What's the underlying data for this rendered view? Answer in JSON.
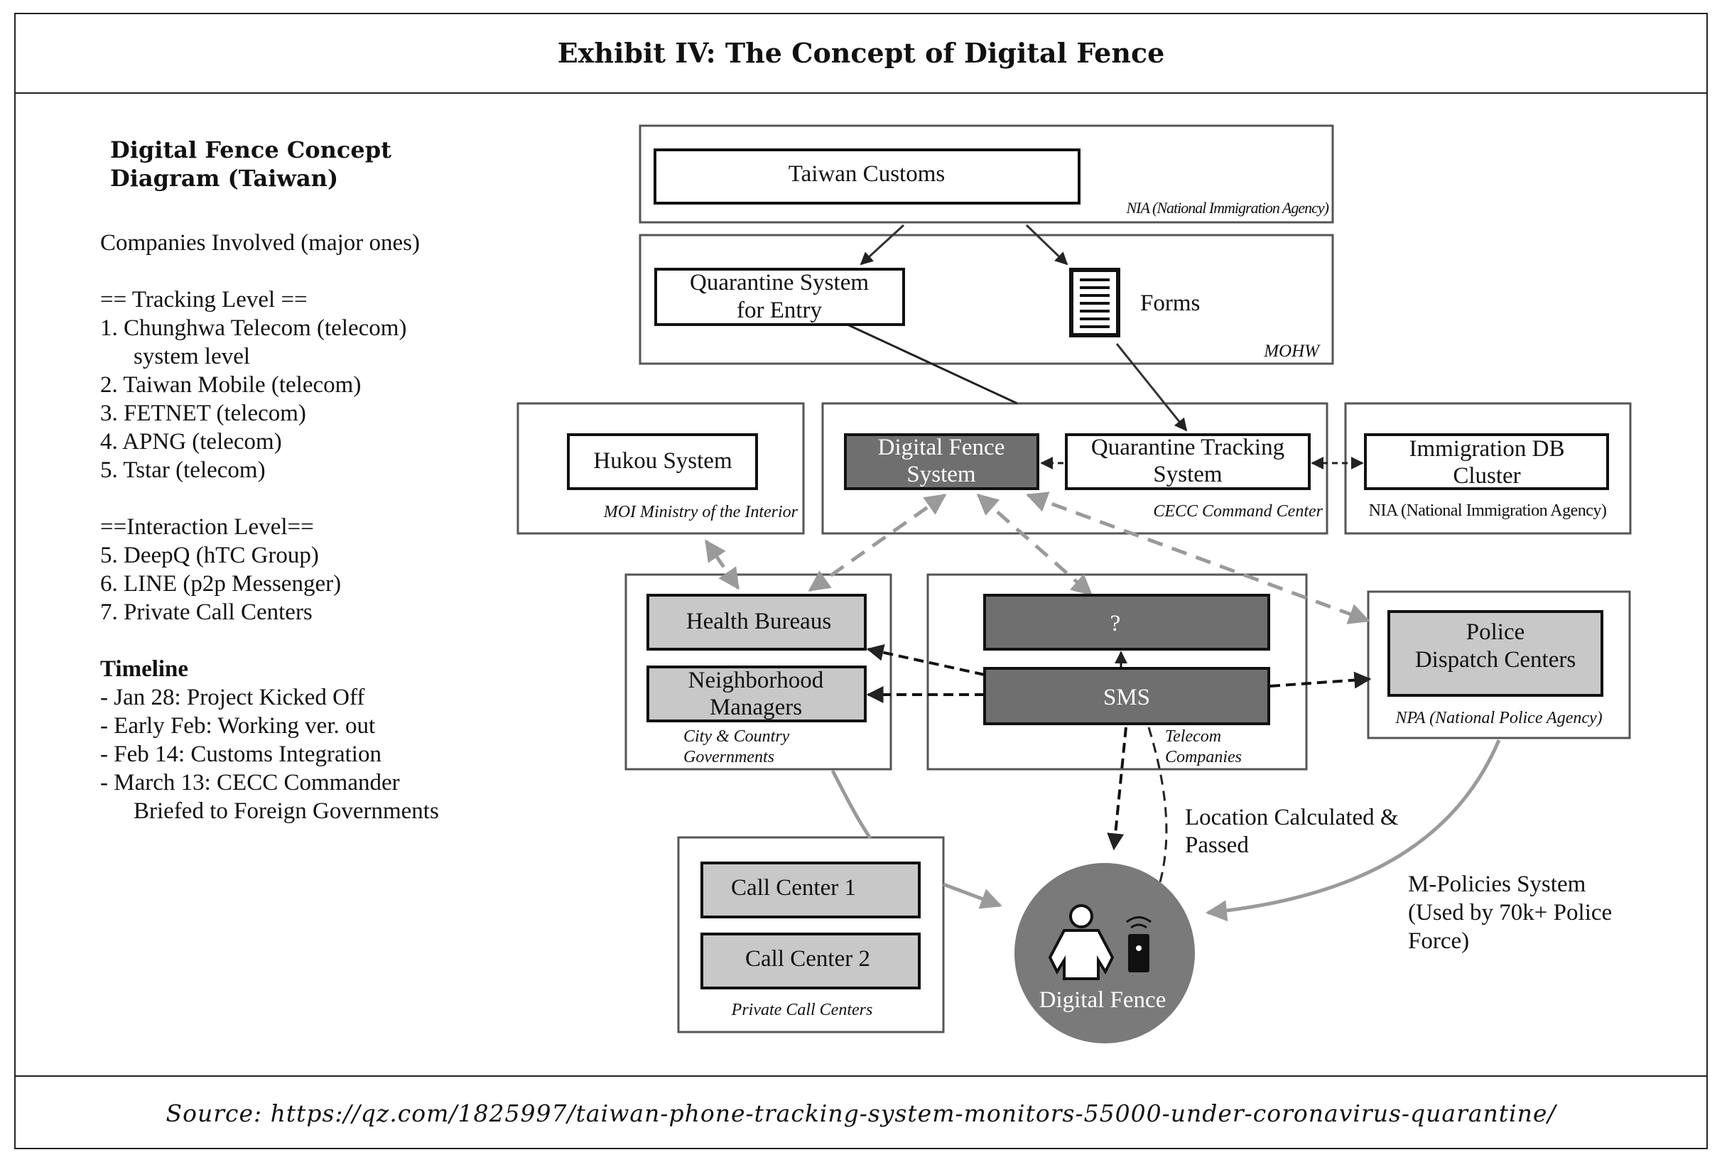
{
  "title": "Exhibit IV: The Concept of Digital Fence",
  "source": "Source: https://qz.com/1825997/taiwan-phone-tracking-system-monitors-55000-under-coronavirus-quarantine/",
  "sidebar": {
    "heading_1": "Digital Fence Concept",
    "heading_2": "Diagram (Taiwan)",
    "companies": "Companies Involved (major ones)",
    "tracking_level": "== Tracking Level ==",
    "tracking_items": [
      "1. Chunghwa Telecom (telecom)",
      "system level",
      "2. Taiwan Mobile (telecom)",
      "3. FETNET (telecom)",
      "4. APNG (telecom)",
      "5. Tstar (telecom)"
    ],
    "interaction_level": "==Interaction Level==",
    "interaction_items": [
      "5. DeepQ (hTC Group)",
      "6. LINE (p2p Messenger)",
      "7. Private Call Centers"
    ],
    "timeline_heading": "Timeline",
    "timeline_items": [
      "- Jan 28: Project Kicked Off",
      "- Early Feb: Working ver. out",
      "- Feb 14: Customs Integration",
      "- March 13: CECC Commander",
      "Briefed to Foreign Governments"
    ]
  },
  "nodes": {
    "taiwan_customs": "Taiwan Customs",
    "nia_top": "NIA (National Immigration Agency)",
    "quarantine_entry_1": "Quarantine System",
    "quarantine_entry_2": "for Entry",
    "forms": "Forms",
    "mohw": "MOHW",
    "hukou": "Hukou System",
    "moi": "MOI Ministry of the Interior",
    "digital_fence_system_1": "Digital Fence",
    "digital_fence_system_2": "System",
    "quarantine_tracking_1": "Quarantine Tracking",
    "quarantine_tracking_2": "System",
    "cecc": "CECC Command Center",
    "immigration_db_1": "Immigration DB",
    "immigration_db_2": "Cluster",
    "nia_right": "NIA (National Immigration Agency)",
    "health_bureaus": "Health Bureaus",
    "neighborhood_1": "Neighborhood",
    "neighborhood_2": "Managers",
    "city_gov_1": "City & Country",
    "city_gov_2": "Governments",
    "question": "?",
    "sms": "SMS",
    "telecom_1": "Telecom",
    "telecom_2": "Companies",
    "police_1": "Police",
    "police_2": "Dispatch Centers",
    "npa": "NPA (National Police Agency)",
    "location_1": "Location Calculated &",
    "location_2": "Passed",
    "call_center_1": "Call Center 1",
    "call_center_2": "Call Center 2",
    "private_call_centers": "Private Call Centers",
    "digital_fence": "Digital Fence",
    "m_policies_1": "M-Policies System",
    "m_policies_2": "(Used by 70k+ Police",
    "m_policies_3": "Force)"
  },
  "colors": {
    "dark_box": "#6f6f6f",
    "light_box": "#c8c8c8",
    "circle": "#7a7a7a",
    "gray_arrow": "#9a9a9a",
    "line": "#222222"
  }
}
